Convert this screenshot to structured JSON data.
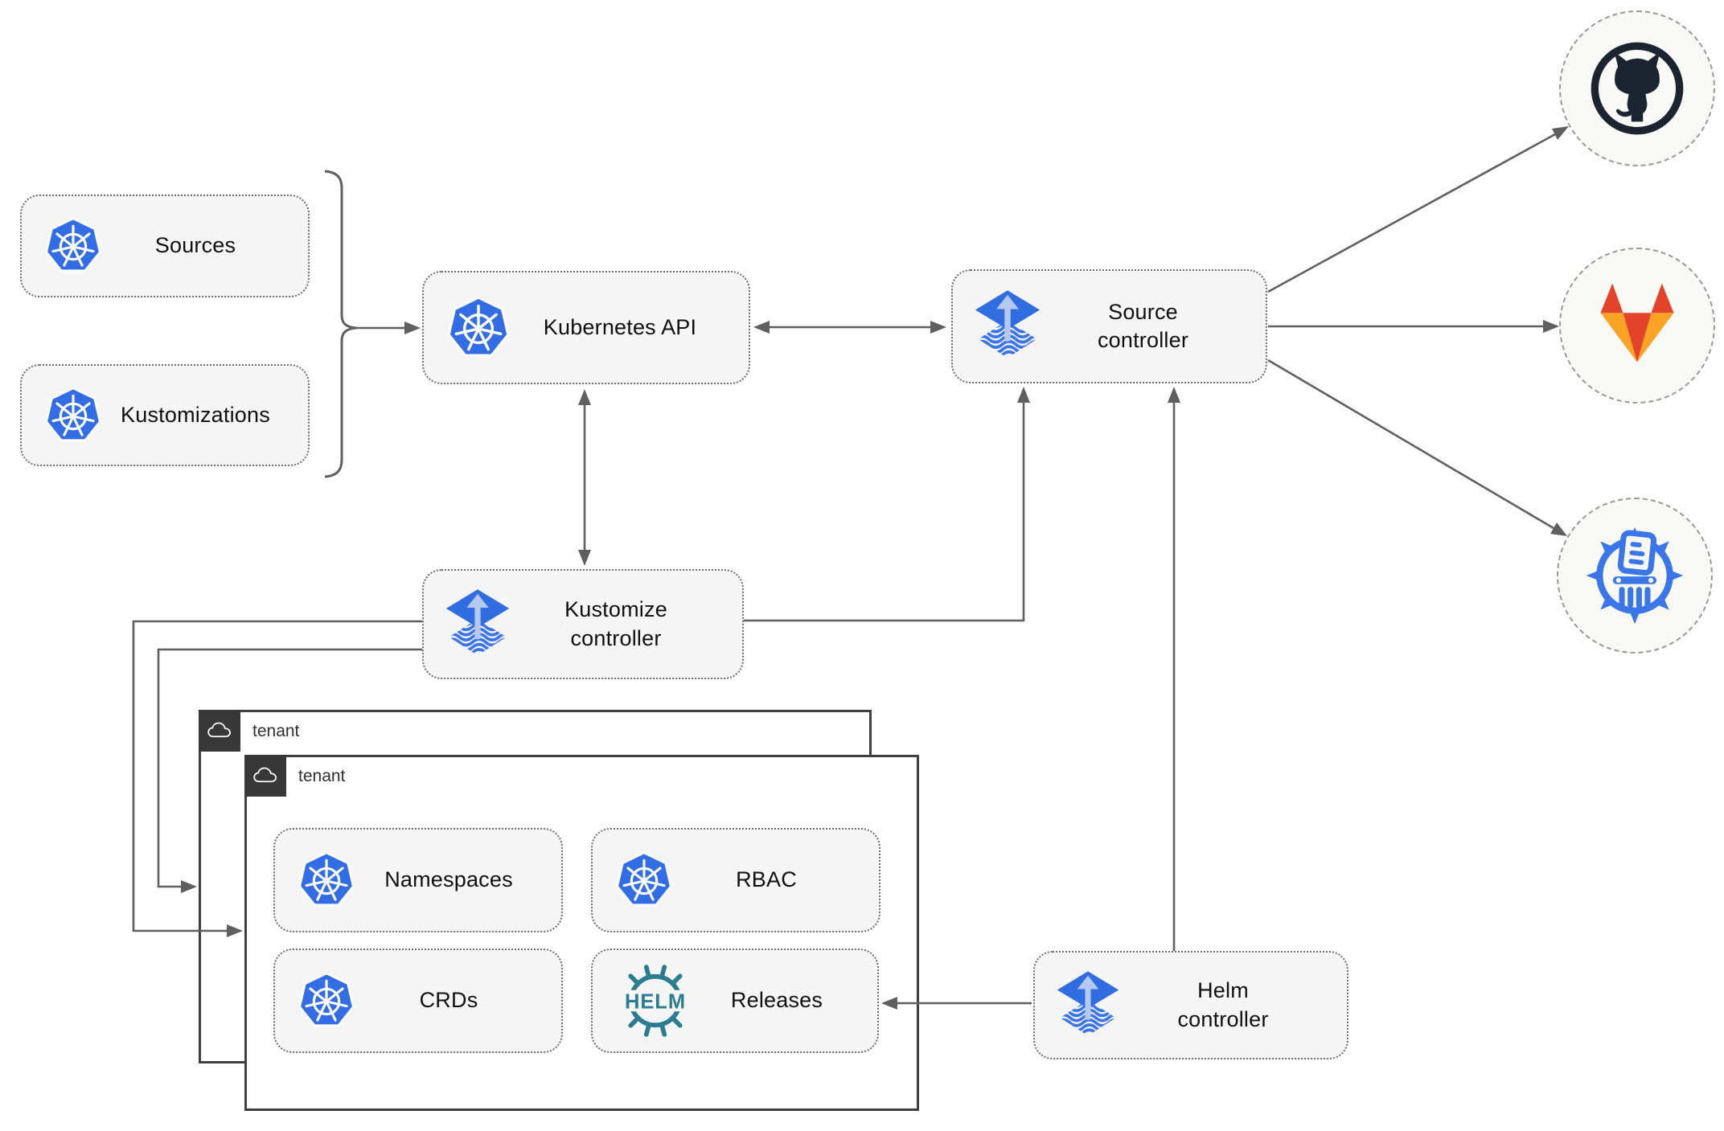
{
  "nodes": {
    "sources": {
      "label": "Sources",
      "icon": "kubernetes-icon"
    },
    "kustomizations": {
      "label": "Kustomizations",
      "icon": "kubernetes-icon"
    },
    "kubernetes_api": {
      "label": "Kubernetes API",
      "icon": "kubernetes-icon"
    },
    "source_controller": {
      "label": "Source\ncontroller",
      "icon": "flux-icon"
    },
    "kustomize_controller": {
      "label": "Kustomize\ncontroller",
      "icon": "flux-icon"
    },
    "helm_controller": {
      "label": "Helm\ncontroller",
      "icon": "flux-icon"
    },
    "tenant_outer": {
      "label": "tenant",
      "icon": "cloud-icon"
    },
    "tenant_inner": {
      "label": "tenant",
      "icon": "cloud-icon"
    },
    "namespaces": {
      "label": "Namespaces",
      "icon": "kubernetes-icon"
    },
    "rbac": {
      "label": "RBAC",
      "icon": "kubernetes-icon"
    },
    "crds": {
      "label": "CRDs",
      "icon": "kubernetes-icon"
    },
    "releases": {
      "label": "Releases",
      "icon": "helm-wheel-icon",
      "icon_text": "HELM"
    },
    "github": {
      "icon": "github-icon"
    },
    "gitlab": {
      "icon": "gitlab-icon"
    },
    "chart_repository": {
      "icon": "chart-repository-icon"
    }
  },
  "edges": [
    {
      "from": "sources+kustomizations",
      "to": "kubernetes_api",
      "style": "brace-arrow"
    },
    {
      "from": "kubernetes_api",
      "to": "source_controller",
      "style": "double-arrow"
    },
    {
      "from": "kubernetes_api",
      "to": "kustomize_controller",
      "style": "double-arrow"
    },
    {
      "from": "kustomize_controller",
      "to": "source_controller",
      "style": "arrow"
    },
    {
      "from": "kustomize_controller",
      "to": "tenant_inner",
      "style": "arrow"
    },
    {
      "from": "kustomize_controller",
      "to": "tenant_outer",
      "style": "arrow"
    },
    {
      "from": "helm_controller",
      "to": "source_controller",
      "style": "arrow"
    },
    {
      "from": "helm_controller",
      "to": "releases",
      "style": "arrow"
    },
    {
      "from": "source_controller",
      "to": "github",
      "style": "arrow"
    },
    {
      "from": "source_controller",
      "to": "gitlab",
      "style": "arrow"
    },
    {
      "from": "source_controller",
      "to": "chart_repository",
      "style": "arrow"
    }
  ],
  "colors": {
    "kubernetes_blue": "#326de6",
    "flux_blue": "#2f6de1",
    "flux_arrow_light": "#b4c8f2",
    "helm_teal": "#2b7c91",
    "github_dark": "#1b2430",
    "gitlab_red_orange": "#e24329",
    "gitlab_light_orange": "#fca326",
    "chart_repo_blue": "#3b76e8",
    "connector_gray": "#5f5f5f",
    "node_fill": "#f5f5f5",
    "tenant_border": "#3f3f3f",
    "tenant_header": "#383838"
  }
}
